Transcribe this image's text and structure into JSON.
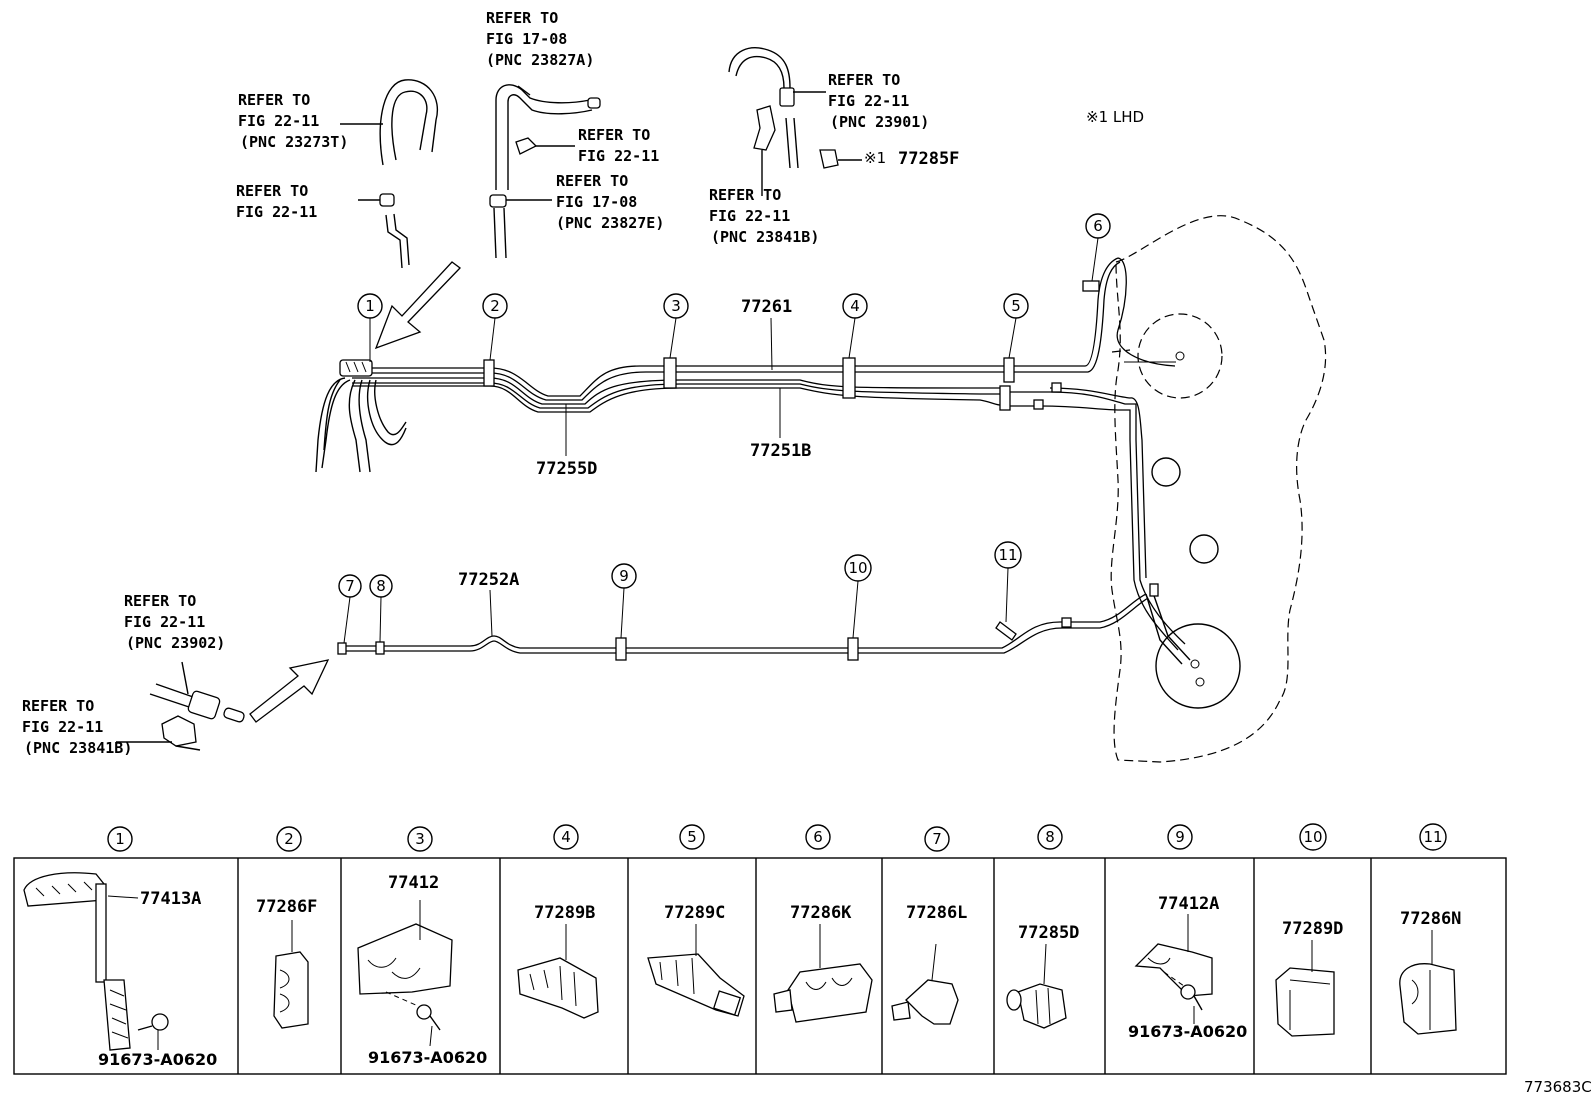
{
  "diagram_id": "773683C",
  "note": "※1 LHD",
  "refs": [
    {
      "lines": [
        "REFER TO",
        "FIG 17-08",
        "(PNC 23827A)"
      ]
    },
    {
      "lines": [
        "REFER TO",
        "FIG 22-11"
      ]
    },
    {
      "lines": [
        "REFER TO",
        "FIG 17-08",
        "(PNC 23827E)"
      ]
    },
    {
      "lines": [
        "REFER TO",
        "FIG 22-11",
        "(PNC 23273T)"
      ]
    },
    {
      "lines": [
        "REFER TO",
        "FIG 22-11"
      ]
    },
    {
      "lines": [
        "REFER TO",
        "FIG 22-11",
        "(PNC 23901)"
      ]
    },
    {
      "lines": [
        "REFER TO",
        "FIG 22-11",
        "(PNC 23841B)"
      ]
    },
    {
      "lines": [
        "REFER TO",
        "FIG 22-11",
        "(PNC 23902)"
      ]
    },
    {
      "lines": [
        "REFER TO",
        "FIG 22-11",
        "(PNC 23841B)"
      ]
    }
  ],
  "marker_285F": "※1",
  "part_285F": "77285F",
  "pipe_labels": [
    "77261",
    "77255D",
    "77251B",
    "77252A"
  ],
  "callouts": [
    "1",
    "2",
    "3",
    "4",
    "5",
    "6",
    "7",
    "8",
    "9",
    "10",
    "11"
  ],
  "table": [
    {
      "num": "1",
      "parts": [
        "77413A",
        "91673-A0620"
      ]
    },
    {
      "num": "2",
      "parts": [
        "77286F"
      ]
    },
    {
      "num": "3",
      "parts": [
        "77412",
        "91673-A0620"
      ]
    },
    {
      "num": "4",
      "parts": [
        "77289B"
      ]
    },
    {
      "num": "5",
      "parts": [
        "77289C"
      ]
    },
    {
      "num": "6",
      "parts": [
        "77286K"
      ]
    },
    {
      "num": "7",
      "parts": [
        "77286L"
      ]
    },
    {
      "num": "8",
      "parts": [
        "77285D"
      ]
    },
    {
      "num": "9",
      "parts": [
        "77412A",
        "91673-A0620"
      ]
    },
    {
      "num": "10",
      "parts": [
        "77289D"
      ]
    },
    {
      "num": "11",
      "parts": [
        "77286N"
      ]
    }
  ]
}
